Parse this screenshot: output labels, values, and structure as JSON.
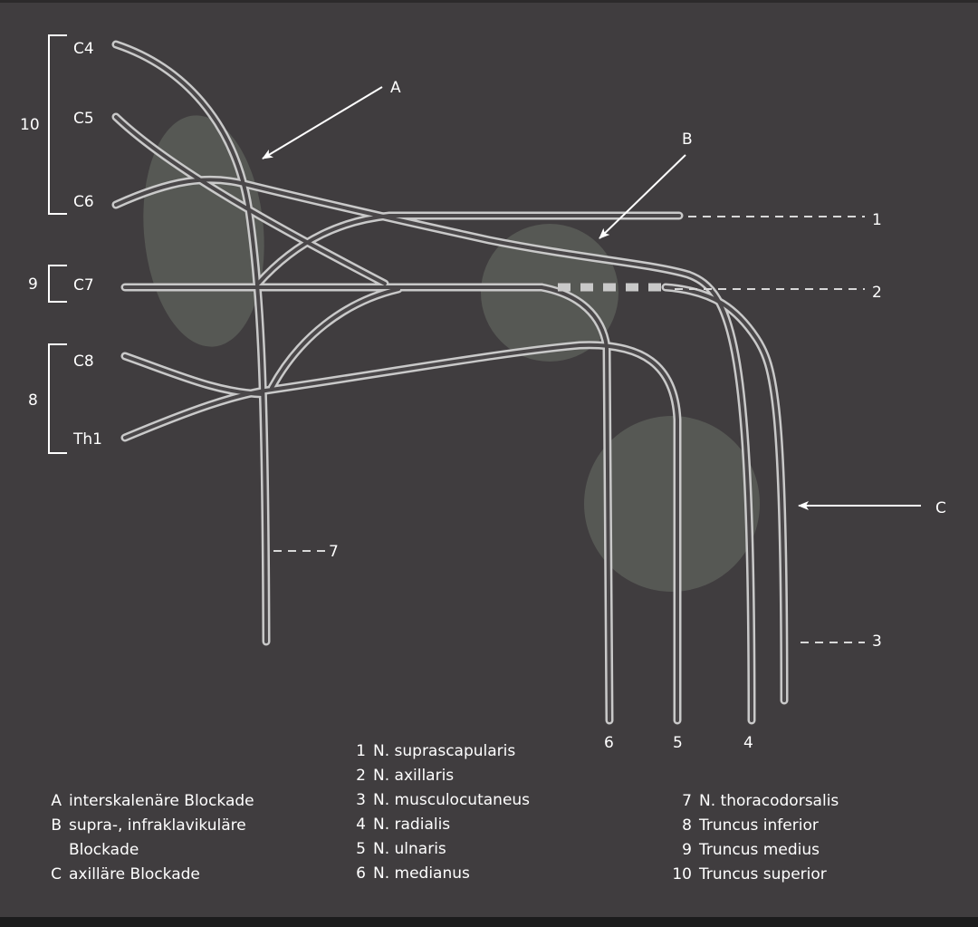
{
  "roots": {
    "c4": "C4",
    "c5": "C5",
    "c6": "C6",
    "c7": "C7",
    "c8": "C8",
    "th1": "Th1"
  },
  "brackets": {
    "superior": "10",
    "medius": "9",
    "inferior": "8"
  },
  "markers": {
    "n1": "1",
    "n2": "2",
    "n3": "3",
    "n4": "4",
    "n5": "5",
    "n6": "6",
    "n7": "7",
    "a": "A",
    "b": "B",
    "c": "C"
  },
  "legend_blocks": [
    {
      "key": "A",
      "text": "interskalenäre Blockade"
    },
    {
      "key": "B",
      "text": "supra-, infraklavikuläre",
      "text2": "Blockade"
    },
    {
      "key": "C",
      "text": "axilläre Blockade"
    }
  ],
  "legend_nerves_1": [
    {
      "key": "1",
      "text": "N. suprascapularis"
    },
    {
      "key": "2",
      "text": "N. axillaris"
    },
    {
      "key": "3",
      "text": "N. musculocutaneus"
    },
    {
      "key": "4",
      "text": "N. radialis"
    },
    {
      "key": "5",
      "text": "N. ulnaris"
    },
    {
      "key": "6",
      "text": "N. medianus"
    }
  ],
  "legend_nerves_2": [
    {
      "key": "7",
      "text": "N. thoracodorsalis"
    },
    {
      "key": "8",
      "text": "Truncus inferior"
    },
    {
      "key": "9",
      "text": "Truncus medius"
    },
    {
      "key": "10",
      "text": "Truncus superior"
    }
  ],
  "colors": {
    "background": "#403d3f",
    "nerve": "#c9c9c9",
    "nerve_core": "#4a4749",
    "zone": "#5a5d58",
    "text": "#ffffff"
  }
}
